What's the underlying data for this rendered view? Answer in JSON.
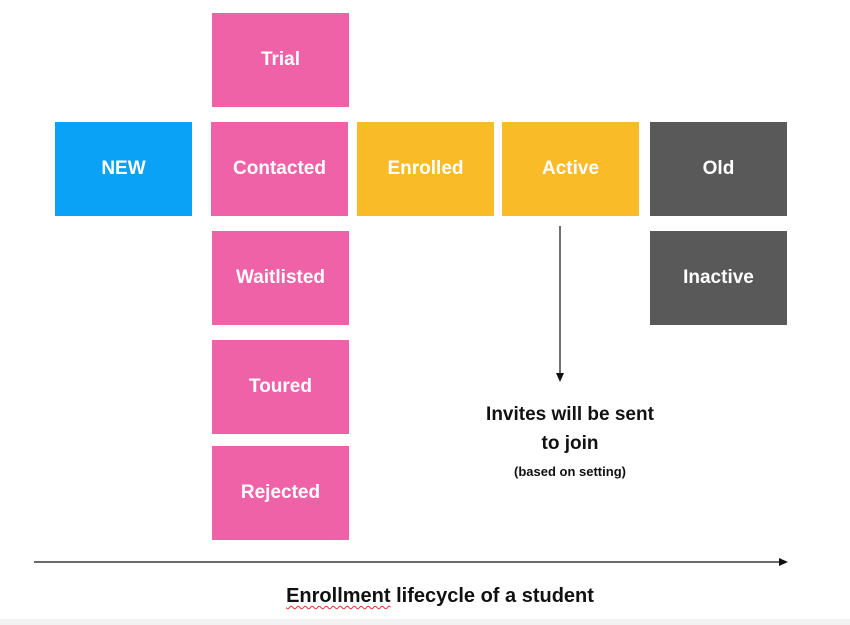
{
  "diagram": {
    "boxes": {
      "trial": "Trial",
      "contacted": "Contacted",
      "waitlisted": "Waitlisted",
      "toured": "Toured",
      "rejected": "Rejected",
      "new": "NEW",
      "enrolled": "Enrolled",
      "active": "Active",
      "old": "Old",
      "inactive": "Inactive"
    },
    "note": {
      "line1": "Invites will be sent",
      "line2": "to join",
      "detail": "(based on setting)"
    },
    "axis_label": {
      "first_word": "Enrollment",
      "rest": " lifecycle of a student"
    },
    "colors": {
      "pink": "#ef62a7",
      "blue": "#0aa2f6",
      "yellow": "#f9bb27",
      "gray": "#595959"
    }
  }
}
